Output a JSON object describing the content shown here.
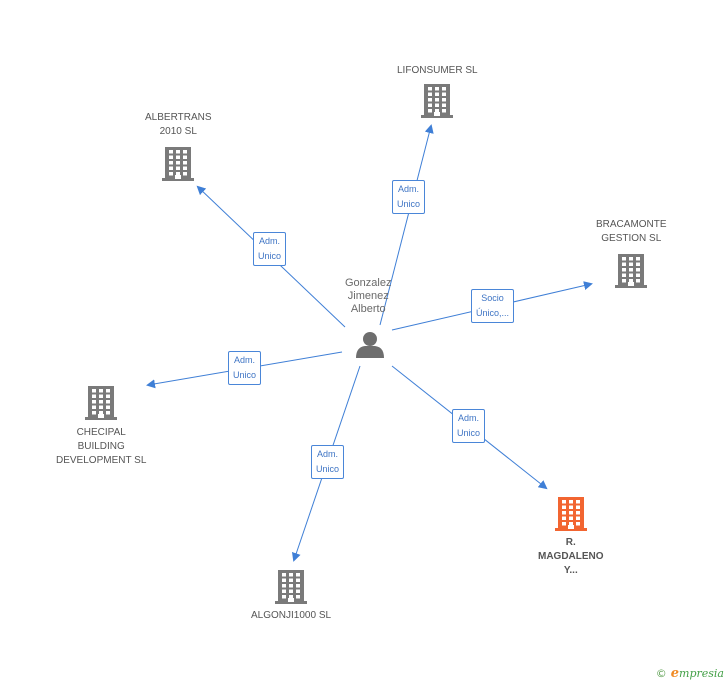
{
  "person": {
    "label_lines": [
      "Gonzalez",
      "Jimenez",
      "Alberto"
    ]
  },
  "companies": [
    {
      "id": "lifonsumer",
      "label_lines": [
        "LIFONSUMER SL"
      ],
      "highlight": false
    },
    {
      "id": "albertrans",
      "label_lines": [
        "ALBERTRANS",
        "2010 SL"
      ],
      "highlight": false
    },
    {
      "id": "bracamonte",
      "label_lines": [
        "BRACAMONTE",
        "GESTION SL"
      ],
      "highlight": false
    },
    {
      "id": "checipal",
      "label_lines": [
        "CHECIPAL",
        "BUILDING",
        "DEVELOPMENT SL"
      ],
      "highlight": false
    },
    {
      "id": "algonji",
      "label_lines": [
        "ALGONJI1000 SL"
      ],
      "highlight": false
    },
    {
      "id": "magdaleno",
      "label_lines": [
        "R.",
        "MAGDALENO",
        "Y..."
      ],
      "highlight": true
    }
  ],
  "edges": [
    {
      "to": "lifonsumer",
      "label_lines": [
        "Adm.",
        "Unico"
      ]
    },
    {
      "to": "albertrans",
      "label_lines": [
        "Adm.",
        "Unico"
      ]
    },
    {
      "to": "bracamonte",
      "label_lines": [
        "Socio",
        "Único,..."
      ]
    },
    {
      "to": "checipal",
      "label_lines": [
        "Adm.",
        "Unico"
      ]
    },
    {
      "to": "algonji",
      "label_lines": [
        "Adm.",
        "Unico"
      ]
    },
    {
      "to": "magdaleno",
      "label_lines": [
        "Adm.",
        "Unico"
      ]
    }
  ],
  "colors": {
    "edge": "#3f7fd6",
    "building": "#7a7a7a",
    "building_highlight": "#f26531",
    "person": "#6e6e6e"
  },
  "icons": {
    "person": "person-icon",
    "company": "building-icon"
  },
  "footer": {
    "copyright_symbol": "©",
    "brand_initial": "e",
    "brand_rest": "mpresia"
  }
}
